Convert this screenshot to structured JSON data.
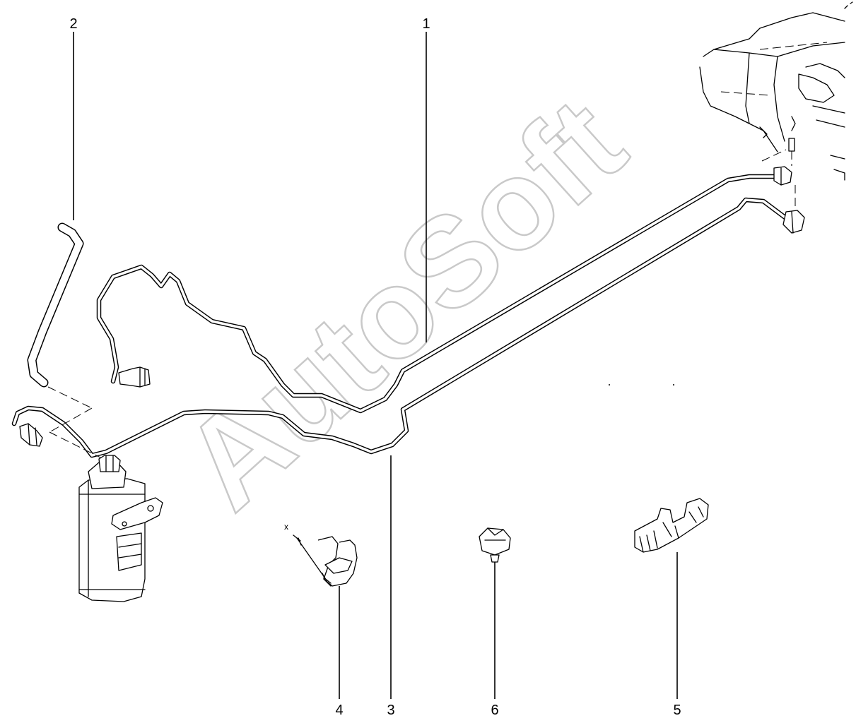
{
  "callouts": {
    "c1": "1",
    "c2": "2",
    "c3": "3",
    "c4": "4",
    "c5": "5",
    "c6": "6"
  },
  "annotations": {
    "clip_dimension": "x"
  },
  "watermark": {
    "text": "AutoSoft"
  }
}
